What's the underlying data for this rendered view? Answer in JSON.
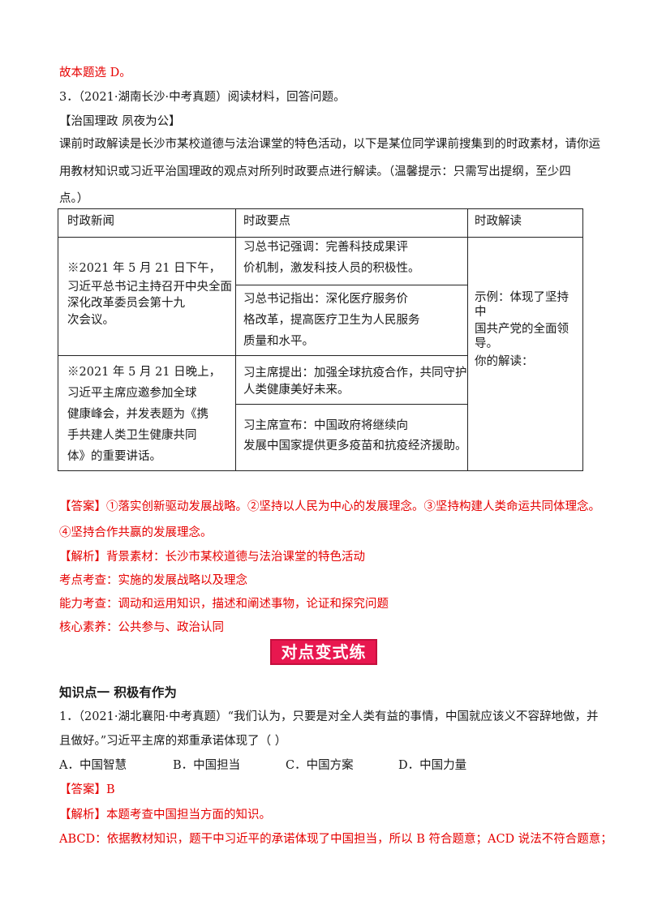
{
  "top_line": "故本题选 D。",
  "q3": {
    "header": "3．（2021·湖南长沙·中考真题）阅读材料，回答问题。",
    "section_tag": "【治国理政  夙夜为公】",
    "intro_line1": "课前时政解读是长沙市某校道德与法治课堂的特色活动，以下是某位同学课前搜集到的时政素材，请你运",
    "intro_line2": "用教材知识或习近平治国理政的观点对所列时政要点进行解读。（温馨提示：只需写出提纲，至少四",
    "intro_line3": "点。）"
  },
  "table": {
    "headers": [
      "时政新闻",
      "时政要点",
      "时政解读"
    ],
    "news1": [
      "※2021 年 5 月 21 日下午，",
      "习近平总书记主持召开中央全面",
      "深化改革委员会第十九",
      "次会议。"
    ],
    "news2": [
      "※2021 年 5 月 21 日晚上，",
      "习近平主席应邀参加全球",
      "健康峰会，并发表题为《携",
      "手共建人类卫生健康共同",
      "体》的重要讲话。"
    ],
    "point1": [
      "习总书记强调：完善科技成果评",
      "价机制，激发科技人员的积极性。"
    ],
    "point2": [
      "习总书记指出：深化医疗服务价",
      "格改革，提高医疗卫生为人民服务",
      "质量和水平。"
    ],
    "point3": [
      "习主席提出：加强全球抗疫合作，共同守护",
      "人类健康美好未来。"
    ],
    "point4": [
      "习主席宣布：中国政府将继续向",
      "发展中国家提供更多疫苗和抗疫经济援助。"
    ],
    "interp": [
      "示例：体现了坚持",
      "中",
      "国共产党的全面领",
      "导。",
      "你的解读："
    ]
  },
  "answer3": {
    "line1": "【答案】①落实创新驱动发展战略。②坚持以人民为中心的发展理念。③坚持构建人类命运共同体理念。",
    "line2": "④坚持合作共赢的发展理念。",
    "analysis": "【解析】背景素材：长沙市某校道德与法治课堂的特色活动",
    "kaodian": "考点考查：实施的发展战略以及理念",
    "nengli": "能力考查：调动和运用知识，描述和阐述事物，论证和探究问题",
    "suyang": "核心素养：公共参与、政治认同"
  },
  "banner": "对点变式练",
  "knowledge_point": "知识点一  积极有作为",
  "q1": {
    "line1": "1．（2021·湖北襄阳·中考真题）“我们认为，只要是对全人类有益的事情，中国就应该义不容辞地做，并",
    "line2": "且做好。”习近平主席的郑重承诺体现了（      ）",
    "options": [
      "A．中国智慧",
      "B．中国担当",
      "C．中国方案",
      "D．中国力量"
    ],
    "answer": "【答案】B",
    "analysis": "【解析】本题考查中国担当方面的知识。",
    "explain": "ABCD：依据教材知识，题干中习近平的承诺体现了中国担当，所以 B 符合题意；ACD 说法不符合题意；"
  }
}
